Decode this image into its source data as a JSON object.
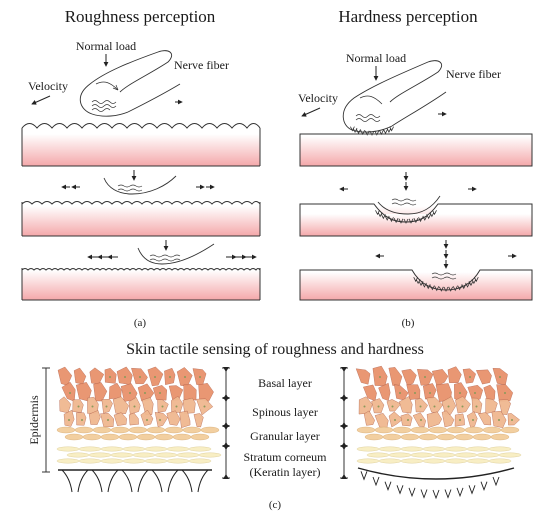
{
  "panel_a": {
    "title": "Roughness perception",
    "normal_load": "Normal load",
    "nerve_fiber": "Nerve fiber",
    "velocity": "Velocity",
    "caption": "(a)"
  },
  "panel_b": {
    "title": "Hardness perception",
    "normal_load": "Normal load",
    "nerve_fiber": "Nerve fiber",
    "velocity": "Velocity",
    "caption": "(b)"
  },
  "panel_c": {
    "title": "Skin tactile sensing of roughness and hardness",
    "epidermis": "Epidermis",
    "layers": [
      "Basal layer",
      "Spinous layer",
      "Granular layer",
      "Stratum corneum",
      "(Keratin layer)"
    ],
    "caption": "(c)"
  },
  "colors": {
    "pink_top": "#ffffff",
    "pink_bottom": "#f4a8aa",
    "cell_orange": "#e8926c",
    "cell_light": "#f0b890",
    "granular": "#f2cfa0",
    "corneum": "#f8eec4",
    "dot": "#8a9a5a"
  }
}
